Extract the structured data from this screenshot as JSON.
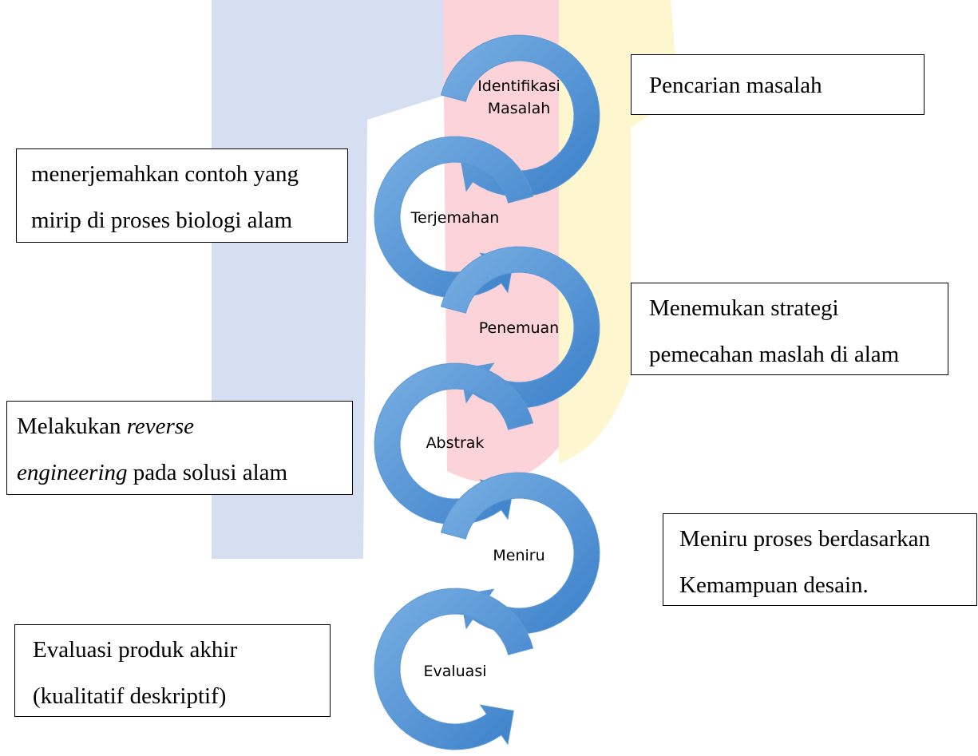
{
  "colors": {
    "arrow_light": "#7ab0e3",
    "arrow_dark": "#3a7fc9",
    "watermark_blue": "#d6dff2",
    "watermark_red": "#fbd3d8",
    "watermark_yellow": "#fdf6cf"
  },
  "steps": [
    {
      "label_lines": [
        "Identifikasi",
        "Masalah"
      ]
    },
    {
      "label_lines": [
        "Terjemahan"
      ]
    },
    {
      "label_lines": [
        "Penemuan"
      ]
    },
    {
      "label_lines": [
        "Abstrak"
      ]
    },
    {
      "label_lines": [
        "Meniru"
      ]
    },
    {
      "label_lines": [
        "Evaluasi"
      ]
    }
  ],
  "descriptions": {
    "box1": {
      "line1": "Pencarian masalah"
    },
    "box2": {
      "line1": "menerjemahkan contoh yang",
      "line2": "mirip di proses biologi alam"
    },
    "box3": {
      "line1": "Menemukan strategi",
      "line2": "pemecahan maslah di alam"
    },
    "box4": {
      "line1_prefix": "Melakukan ",
      "line1_italic": "reverse",
      "line2_italic": "engineering",
      "line2_suffix": " pada solusi alam"
    },
    "box5": {
      "line1": "Meniru proses berdasarkan",
      "line2": "Kemampuan desain."
    },
    "box6": {
      "line1": "Evaluasi produk akhir",
      "line2": "(kualitatif deskriptif)"
    }
  }
}
